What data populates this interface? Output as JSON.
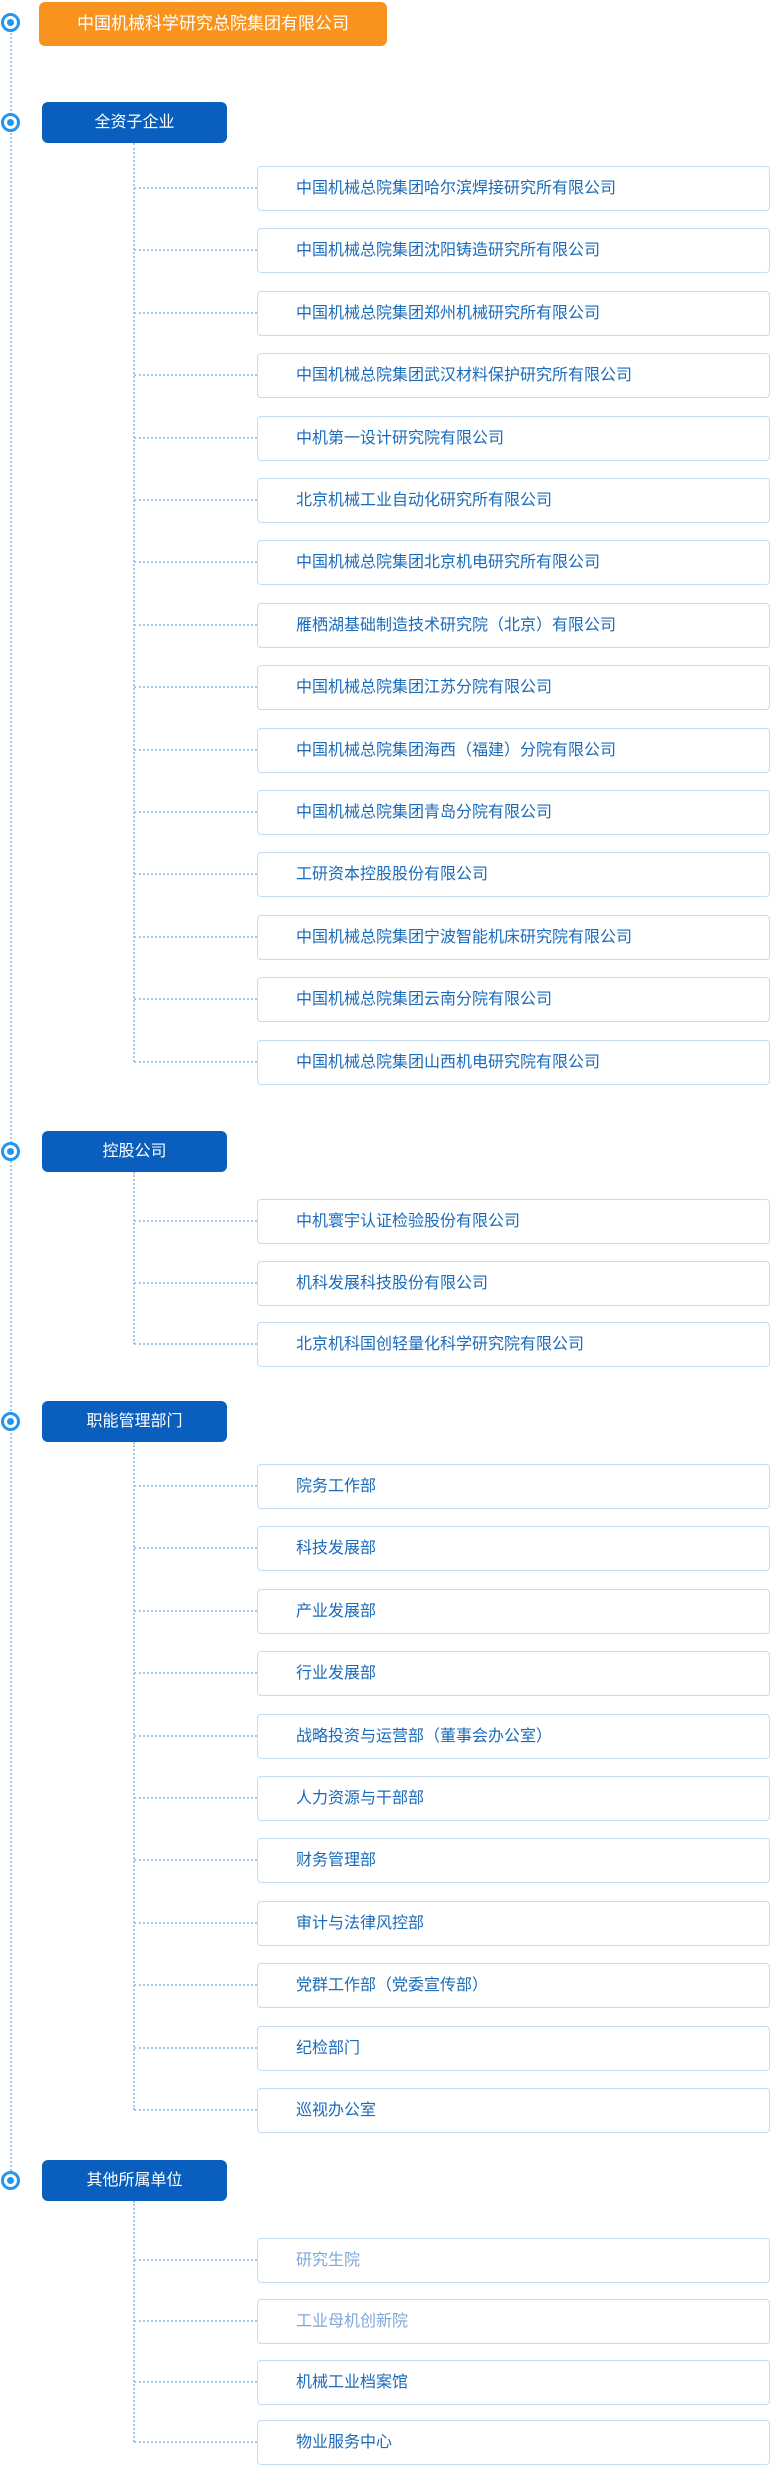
{
  "page_title": "中国机械科学研究总院集团有限公司组织机构图",
  "colors": {
    "root_bg": "#F8941D",
    "section_bg": "#0A5FBE",
    "item_text": "#1A6BBB",
    "item_text_muted": "#7FA8D8",
    "item_border": "#C5DCF2",
    "connector": "#A4C8EC",
    "bullet": "#2196F3"
  },
  "root": {
    "label": "中国机械科学研究总院集团有限公司"
  },
  "sections": [
    {
      "label": "全资子企业",
      "items": [
        {
          "label": "中国机械总院集团哈尔滨焊接研究所有限公司",
          "muted": false
        },
        {
          "label": "中国机械总院集团沈阳铸造研究所有限公司",
          "muted": false
        },
        {
          "label": "中国机械总院集团郑州机械研究所有限公司",
          "muted": false
        },
        {
          "label": "中国机械总院集团武汉材料保护研究所有限公司",
          "muted": false
        },
        {
          "label": "中机第一设计研究院有限公司",
          "muted": false
        },
        {
          "label": "北京机械工业自动化研究所有限公司",
          "muted": false
        },
        {
          "label": "中国机械总院集团北京机电研究所有限公司",
          "muted": false
        },
        {
          "label": "雁栖湖基础制造技术研究院（北京）有限公司",
          "muted": false
        },
        {
          "label": "中国机械总院集团江苏分院有限公司",
          "muted": false
        },
        {
          "label": "中国机械总院集团海西（福建）分院有限公司",
          "muted": false
        },
        {
          "label": "中国机械总院集团青岛分院有限公司",
          "muted": false
        },
        {
          "label": "工研资本控股股份有限公司",
          "muted": false
        },
        {
          "label": "中国机械总院集团宁波智能机床研究院有限公司",
          "muted": false
        },
        {
          "label": "中国机械总院集团云南分院有限公司",
          "muted": false
        },
        {
          "label": "中国机械总院集团山西机电研究院有限公司",
          "muted": false
        }
      ]
    },
    {
      "label": "控股公司",
      "items": [
        {
          "label": "中机寰宇认证检验股份有限公司",
          "muted": false
        },
        {
          "label": "机科发展科技股份有限公司",
          "muted": false
        },
        {
          "label": "北京机科国创轻量化科学研究院有限公司",
          "muted": false
        }
      ]
    },
    {
      "label": "职能管理部门",
      "items": [
        {
          "label": "院务工作部",
          "muted": false
        },
        {
          "label": "科技发展部",
          "muted": false
        },
        {
          "label": "产业发展部",
          "muted": false
        },
        {
          "label": "行业发展部",
          "muted": false
        },
        {
          "label": "战略投资与运营部（董事会办公室）",
          "muted": false
        },
        {
          "label": "人力资源与干部部",
          "muted": false
        },
        {
          "label": "财务管理部",
          "muted": false
        },
        {
          "label": "审计与法律风控部",
          "muted": false
        },
        {
          "label": "党群工作部（党委宣传部）",
          "muted": false
        },
        {
          "label": "纪检部门",
          "muted": false
        },
        {
          "label": "巡视办公室",
          "muted": false
        }
      ]
    },
    {
      "label": "其他所属单位",
      "items": [
        {
          "label": "研究生院",
          "muted": true
        },
        {
          "label": "工业母机创新院",
          "muted": true
        },
        {
          "label": "机械工业档案馆",
          "muted": false
        },
        {
          "label": "物业服务中心",
          "muted": false
        }
      ]
    }
  ]
}
